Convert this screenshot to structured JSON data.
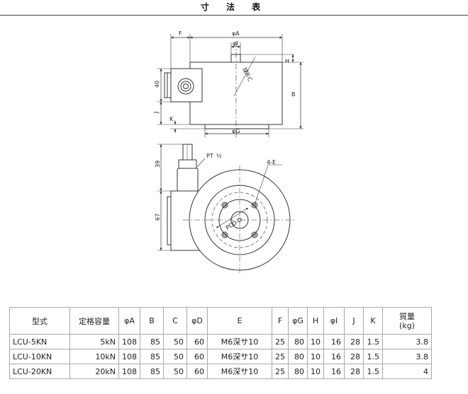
{
  "page": {
    "title": "寸 法 表"
  },
  "drawing": {
    "dim_F": "F",
    "dim_A": "φA",
    "dim_I": "φI",
    "dim_H": "H",
    "dim_40": "40",
    "dim_B": "B",
    "dim_J": "J",
    "dim_K": "K",
    "dim_G": "φG",
    "label_sphere": "球R",
    "label_sphere_c": "C",
    "label_pt": "PT",
    "label_pt_frac": "½",
    "label_4e": "4-E",
    "dim_39": "39",
    "dim_67": "67",
    "label_pcd": "PCD-D"
  },
  "table": {
    "headers": [
      "型式",
      "定格容量",
      "φA",
      "B",
      "C",
      "φD",
      "E",
      "F",
      "φG",
      "H",
      "φI",
      "J",
      "K",
      "質量"
    ],
    "mass_unit": "(kg)",
    "rows": [
      [
        "LCU-5KN",
        "5kN",
        "108",
        "85",
        "50",
        "60",
        "M6深サ10",
        "25",
        "80",
        "10",
        "16",
        "28",
        "1.5",
        "3.8"
      ],
      [
        "LCU-10KN",
        "10kN",
        "108",
        "85",
        "50",
        "60",
        "M6深サ10",
        "25",
        "80",
        "10",
        "16",
        "28",
        "1.5",
        "3.8"
      ],
      [
        "LCU-20KN",
        "20kN",
        "108",
        "85",
        "50",
        "60",
        "M6深サ10",
        "25",
        "80",
        "10",
        "16",
        "28",
        "1.5",
        "4"
      ]
    ]
  }
}
